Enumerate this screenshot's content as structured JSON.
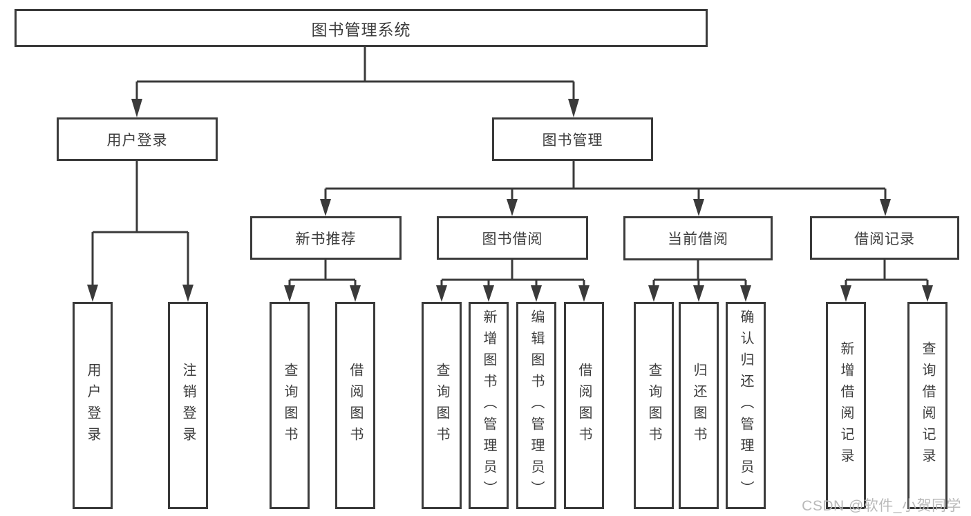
{
  "diagram_title": "图书管理系统",
  "watermark": "CSDN @软件_小贺同学",
  "nodes": {
    "root": "图书管理系统",
    "user_login": "用户登录",
    "book_mgmt": "图书管理",
    "new_books": "新书推荐",
    "book_borrow": "图书借阅",
    "current_borrow": "当前借阅",
    "borrow_records": "借阅记录",
    "leaf_user_login": "用户登录",
    "leaf_logout": "注销登录",
    "leaf_nb_query": "查询图书",
    "leaf_nb_borrow": "借阅图书",
    "leaf_bb_query": "查询图书",
    "leaf_bb_add": "新增图书（管理员）",
    "leaf_bb_edit": "编辑图书（管理员）",
    "leaf_bb_borrow": "借阅图书",
    "leaf_cb_query": "查询图书",
    "leaf_cb_return": "归还图书",
    "leaf_cb_confirm": "确认归还（管理员）",
    "leaf_br_add": "新增借阅记录",
    "leaf_br_query": "查询借阅记录"
  },
  "hierarchy": [
    {
      "parent": "图书管理系统",
      "children": [
        "用户登录",
        "图书管理"
      ]
    },
    {
      "parent": "用户登录",
      "children": [
        "用户登录",
        "注销登录"
      ]
    },
    {
      "parent": "图书管理",
      "children": [
        "新书推荐",
        "图书借阅",
        "当前借阅",
        "借阅记录"
      ]
    },
    {
      "parent": "新书推荐",
      "children": [
        "查询图书",
        "借阅图书"
      ]
    },
    {
      "parent": "图书借阅",
      "children": [
        "查询图书",
        "新增图书（管理员）",
        "编辑图书（管理员）",
        "借阅图书"
      ]
    },
    {
      "parent": "当前借阅",
      "children": [
        "查询图书",
        "归还图书",
        "确认归还（管理员）"
      ]
    },
    {
      "parent": "借阅记录",
      "children": [
        "新增借阅记录",
        "查询借阅记录"
      ]
    }
  ],
  "colors": {
    "line": "#3a3a3a",
    "text": "#3d3d3d",
    "watermark": "#b9b9b9",
    "background": "#ffffff"
  }
}
